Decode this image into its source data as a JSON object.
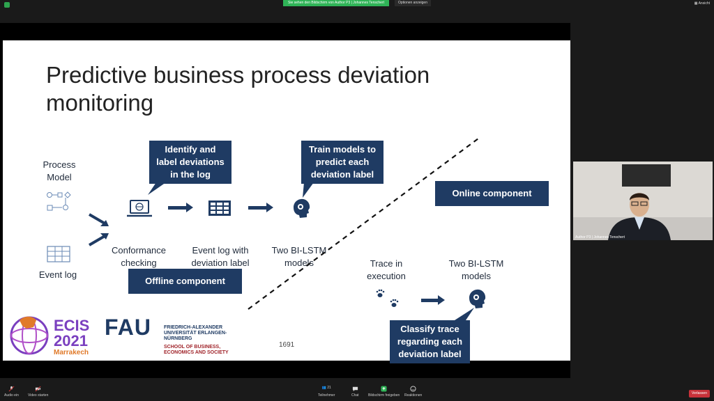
{
  "topbar": {
    "share_banner": "Sie sehen den Bildschirm von Author P3 | Johannes Tenschert",
    "options_label": "Optionen anzeigen",
    "view_label": "Ansicht"
  },
  "slide": {
    "title": "Predictive business process deviation monitoring",
    "process_model_label": "Process Model",
    "event_log_label": "Event log",
    "callout_identify": "Identify and label deviations in the log",
    "conformance_label": "Conformance checking",
    "event_log_deviation_label": "Event log with deviation label",
    "callout_train": "Train models to predict each deviation label",
    "bilstm_offline_label": "Two BI-LSTM models",
    "online_component": "Online component",
    "offline_component": "Offline component",
    "trace_label": "Trace in execution",
    "bilstm_online_label": "Two BI-LSTM models",
    "callout_classify": "Classify trace regarding each deviation label",
    "page_number": "1691",
    "ecis_logo": "ECIS",
    "ecis_year": "2021",
    "ecis_city": "Marrakech",
    "fau_logo": "FAU",
    "fau_university": "FRIEDRICH-ALEXANDER UNIVERSITÄT ERLANGEN-NÜRNBERG",
    "fau_school": "SCHOOL OF BUSINESS, ECONOMICS AND SOCIETY"
  },
  "video": {
    "participant_name": "Author P3 | Johannes Tenschert"
  },
  "toolbar": {
    "audio_label": "Audio ein",
    "video_label": "Video starten",
    "participants_label": "Teilnehmer",
    "participants_count": "21",
    "chat_label": "Chat",
    "share_label": "Bildschirm freigeben",
    "reactions_label": "Reaktionen",
    "leave_label": "Verlassen"
  },
  "colors": {
    "accent_navy": "#1f3b63",
    "share_green": "#2fb457",
    "leave_red": "#c8323a"
  }
}
